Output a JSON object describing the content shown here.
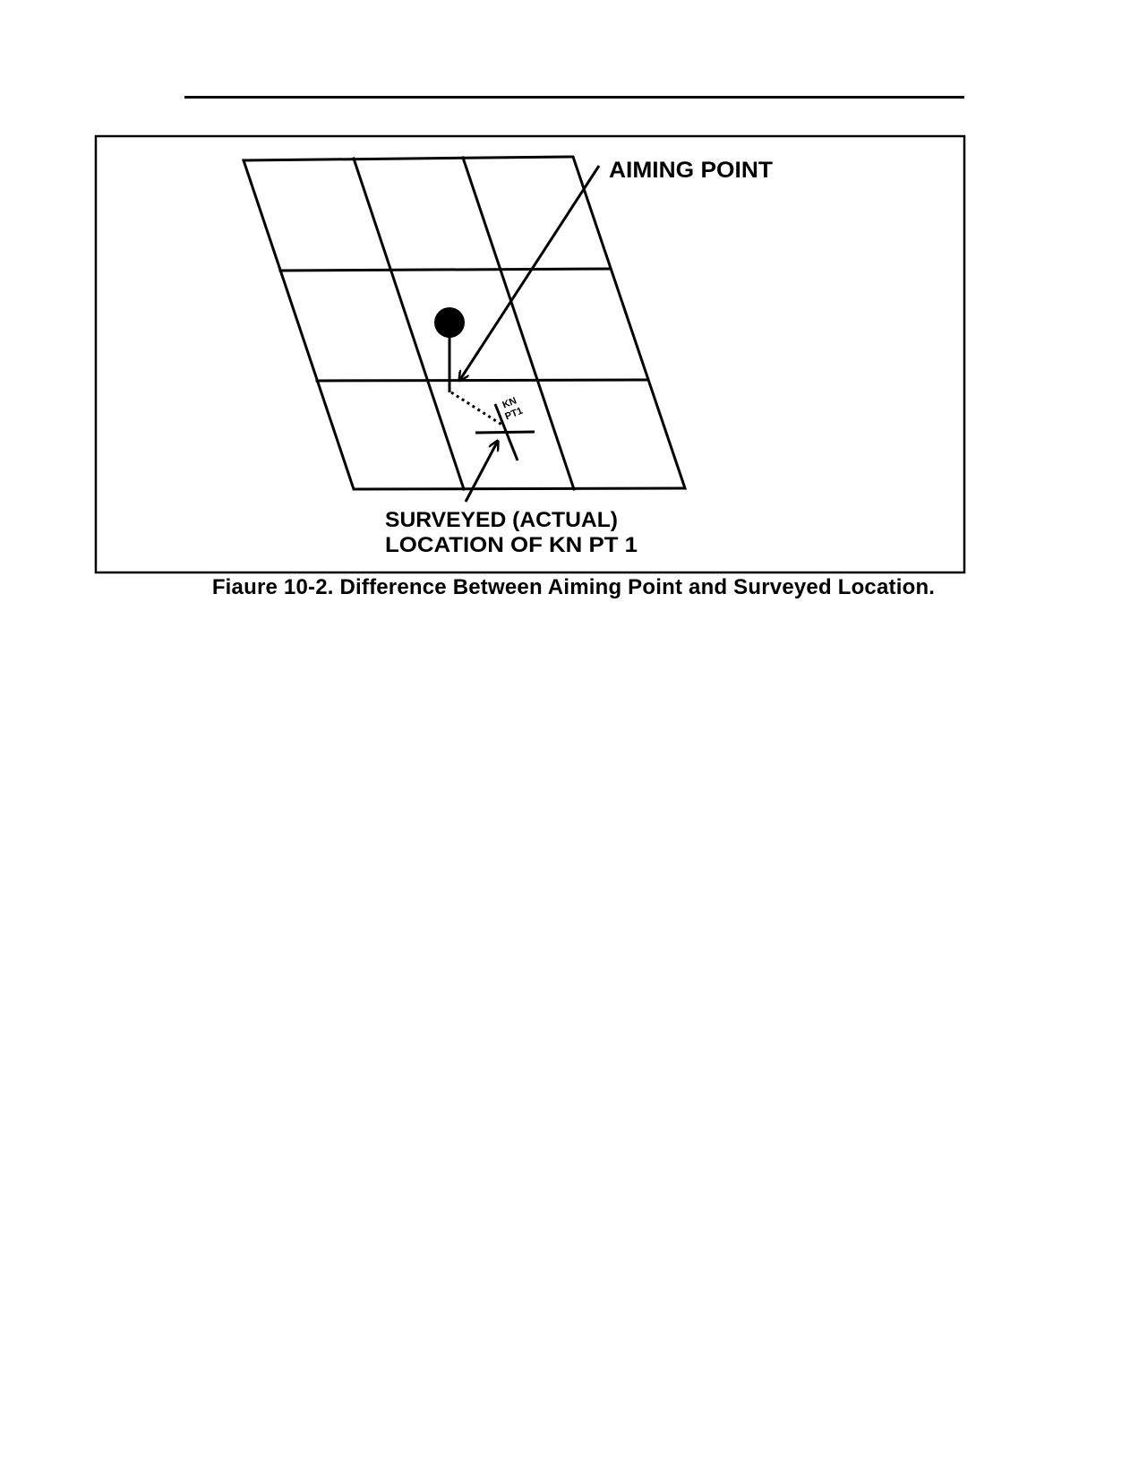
{
  "figure": {
    "labels": {
      "aiming_point": "AIMING POINT",
      "surveyed_line1": "SURVEYED (ACTUAL)",
      "surveyed_line2": "LOCATION OF KN PT 1",
      "kn_line1": "KN",
      "kn_line2": "PT1"
    },
    "caption": "Fiaure 10-2.  Difference Between Aiming Point and Surveyed Location."
  }
}
